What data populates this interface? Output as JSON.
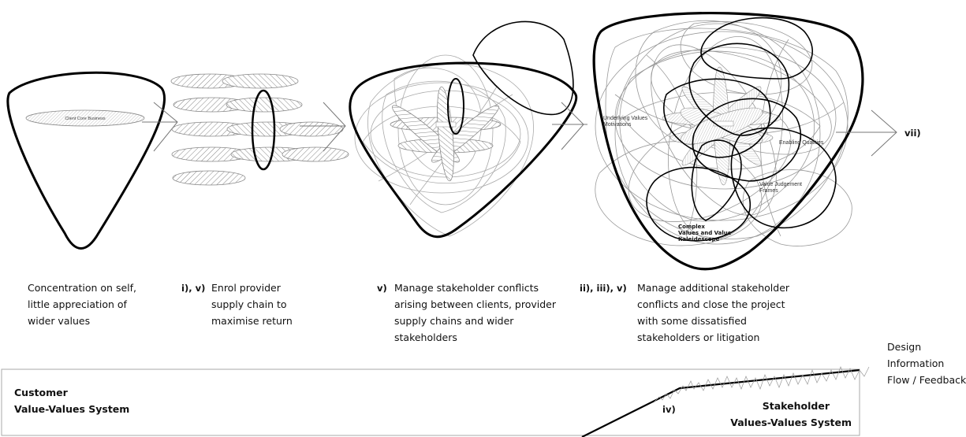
{
  "stage1": {
    "inner_label": "Client Core Business",
    "caption": [
      "Concentration on self,",
      "little appreciation of",
      "wider values"
    ]
  },
  "stage2": {
    "roman": "i), v)",
    "caption": [
      "Enrol provider",
      "supply chain to",
      "maximise return"
    ]
  },
  "stage3": {
    "roman": "v)",
    "caption": [
      "Manage stakeholder conflicts",
      "arising between clients, provider",
      "supply  chains and wider",
      "stakeholders"
    ]
  },
  "stage4": {
    "roman": "ii), iii), v)",
    "caption": [
      "Manage additional stakeholder",
      "conflicts and close the project",
      "with some dissatisfied",
      "stakeholders or litigation"
    ],
    "label_underlying": [
      "Underlying Values",
      "Motivations"
    ],
    "label_qualities": "Enabling Qualities",
    "label_frames": [
      "Value Judgement",
      "Frames"
    ],
    "label_complex": [
      "Complex",
      "Values and Value",
      "Kaleidescope"
    ]
  },
  "end_roman": "vii)",
  "design_flow": [
    "Design",
    "Information",
    "Flow / Feedback"
  ],
  "bottom": {
    "customer": [
      "Customer",
      "Value-Values System"
    ],
    "iv": "iv)",
    "stakeholder": [
      "Stakeholder",
      "Values-Values System"
    ]
  }
}
